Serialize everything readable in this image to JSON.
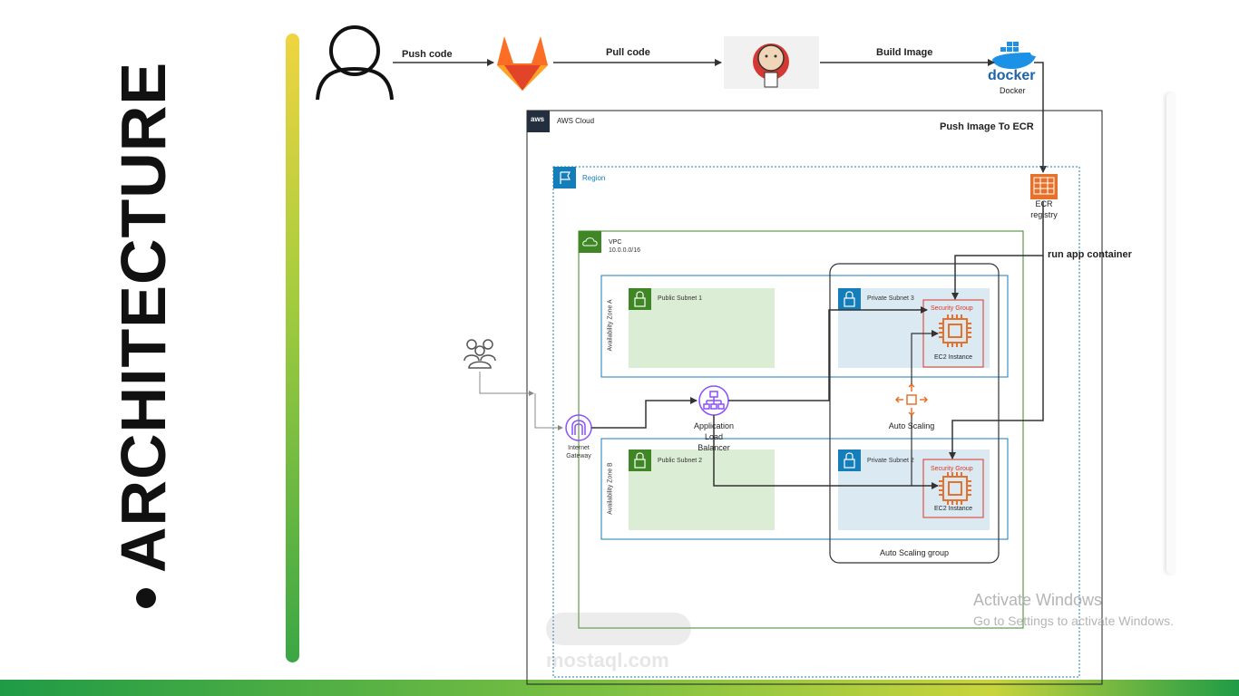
{
  "slide": {
    "title": "ARCHITECTURE"
  },
  "pipeline": {
    "push_code": "Push code",
    "pull_code": "Pull code",
    "build_image": "Build Image",
    "docker_logo_text": "docker",
    "docker_label": "Docker",
    "push_image_ecr": "Push Image To ECR"
  },
  "aws": {
    "cloud_label": "AWS Cloud",
    "aws_logo_text": "aws",
    "region_label": "Region",
    "ecr_label_1": "ECR",
    "ecr_label_2": "registry",
    "run_app_container": "run app container",
    "vpc_label": "VPC",
    "vpc_cidr": "10.0.0.0/16",
    "az_a": "Availability Zone A",
    "az_b": "Availability Zone B",
    "public_subnet_1": "Public Subnet 1",
    "public_subnet_2": "Public Subnet 2",
    "private_subnet_3": "Private Subnet 3",
    "private_subnet_2": "Private Subnet 2",
    "security_group_1": "Security Group",
    "security_group_2": "Security Group",
    "ec2_1": "EC2 Instance",
    "ec2_2": "EC2 Instance",
    "auto_scaling": "Auto Scaling",
    "auto_scaling_group": "Auto Scaling group",
    "alb_1": "Application",
    "alb_2": "Load",
    "alb_3": "Balancer",
    "igw_1": "Internet",
    "igw_2": "Gateway"
  },
  "watermark": {
    "line1": "Activate Windows",
    "line2": "Go to Settings to activate Windows.",
    "brand": "mostaql.com"
  },
  "colors": {
    "aws_orange": "#e7712a",
    "vpc_green": "#3f8624",
    "region_blue": "#147eba",
    "subnet_public": "#dcedd6",
    "subnet_private": "#dbe9f3",
    "alb_purple": "#8c4fff"
  }
}
